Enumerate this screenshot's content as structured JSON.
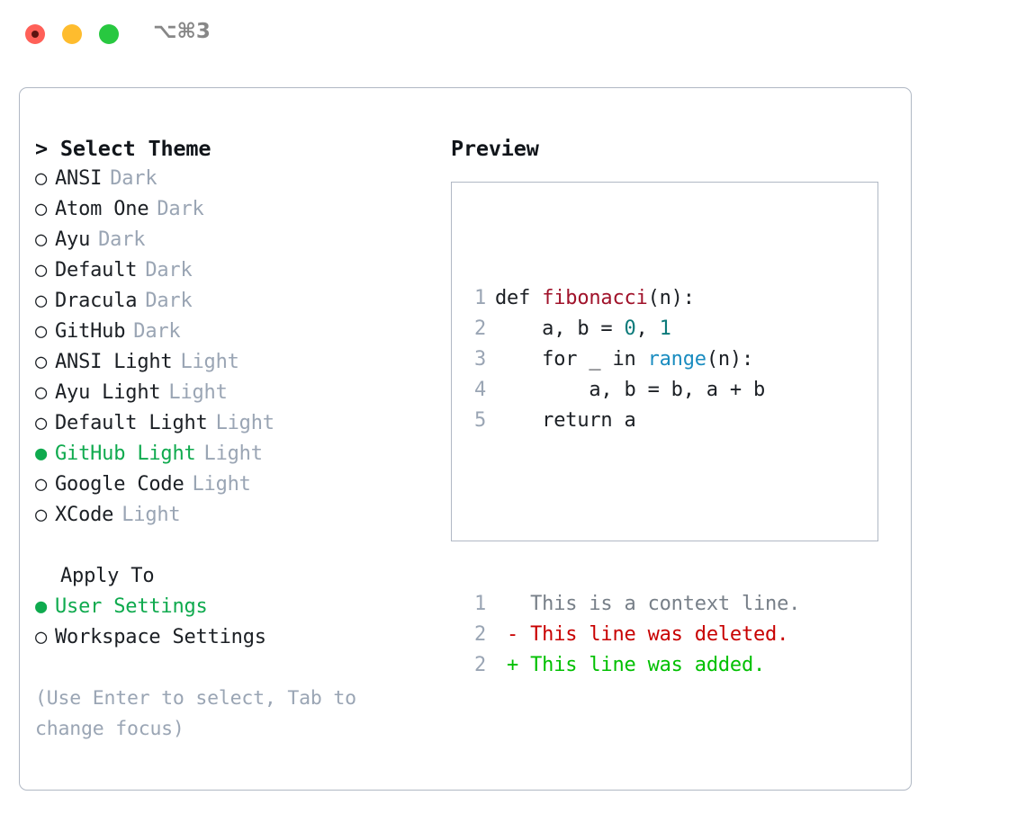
{
  "window": {
    "shortcut": "⌥⌘3",
    "traffic_lights": [
      {
        "name": "close",
        "color": "#ff6058"
      },
      {
        "name": "minimize",
        "color": "#febc2e"
      },
      {
        "name": "maximize",
        "color": "#28c840"
      }
    ]
  },
  "colors": {
    "selected_green": "#0faa4e",
    "muted_tag": "#9aa5b4",
    "border": "#b0b8c4",
    "text": "#1b1f24",
    "diff_added": "#00c000",
    "diff_deleted": "#c80000",
    "syntax_function": "#a0122a",
    "syntax_number": "#0b7a7a",
    "syntax_call": "#1a8cc0"
  },
  "theme_picker": {
    "header": "> Select Theme",
    "bullet_selected": "●",
    "bullet_unselected": "○",
    "items": [
      {
        "name": "ANSI",
        "tag": "Dark",
        "selected": false
      },
      {
        "name": "Atom One",
        "tag": "Dark",
        "selected": false
      },
      {
        "name": "Ayu",
        "tag": "Dark",
        "selected": false
      },
      {
        "name": "Default",
        "tag": "Dark",
        "selected": false
      },
      {
        "name": "Dracula",
        "tag": "Dark",
        "selected": false
      },
      {
        "name": "GitHub",
        "tag": "Dark",
        "selected": false
      },
      {
        "name": "ANSI Light",
        "tag": "Light",
        "selected": false
      },
      {
        "name": "Ayu Light",
        "tag": "Light",
        "selected": false
      },
      {
        "name": "Default Light",
        "tag": "Light",
        "selected": false
      },
      {
        "name": "GitHub Light",
        "tag": "Light",
        "selected": true
      },
      {
        "name": "Google Code",
        "tag": "Light",
        "selected": false
      },
      {
        "name": "XCode",
        "tag": "Light",
        "selected": false
      }
    ]
  },
  "apply_to": {
    "header": "Apply To",
    "items": [
      {
        "name": "User Settings",
        "selected": true
      },
      {
        "name": "Workspace Settings",
        "selected": false
      }
    ]
  },
  "hint": "(Use Enter to select, Tab to change focus)",
  "preview": {
    "title": "Preview",
    "code_lines": [
      {
        "num": "1",
        "tokens": [
          {
            "t": "def ",
            "c": "plain"
          },
          {
            "t": "fibonacci",
            "c": "fn"
          },
          {
            "t": "(n):",
            "c": "plain"
          }
        ]
      },
      {
        "num": "2",
        "tokens": [
          {
            "t": "    a, b = ",
            "c": "plain"
          },
          {
            "t": "0",
            "c": "num"
          },
          {
            "t": ", ",
            "c": "plain"
          },
          {
            "t": "1",
            "c": "num"
          }
        ]
      },
      {
        "num": "3",
        "tokens": [
          {
            "t": "    for _ in ",
            "c": "plain"
          },
          {
            "t": "range",
            "c": "call"
          },
          {
            "t": "(n):",
            "c": "plain"
          }
        ]
      },
      {
        "num": "4",
        "tokens": [
          {
            "t": "        a, b = b, a + b",
            "c": "plain"
          }
        ]
      },
      {
        "num": "5",
        "tokens": [
          {
            "t": "    return a",
            "c": "plain"
          }
        ]
      }
    ],
    "diff_lines": [
      {
        "num": "1",
        "marker": " ",
        "text": " This is a context line.",
        "kind": "ctx"
      },
      {
        "num": "2",
        "marker": "-",
        "text": " This line was deleted.",
        "kind": "del"
      },
      {
        "num": "2",
        "marker": "+",
        "text": " This line was added.",
        "kind": "add"
      }
    ]
  }
}
